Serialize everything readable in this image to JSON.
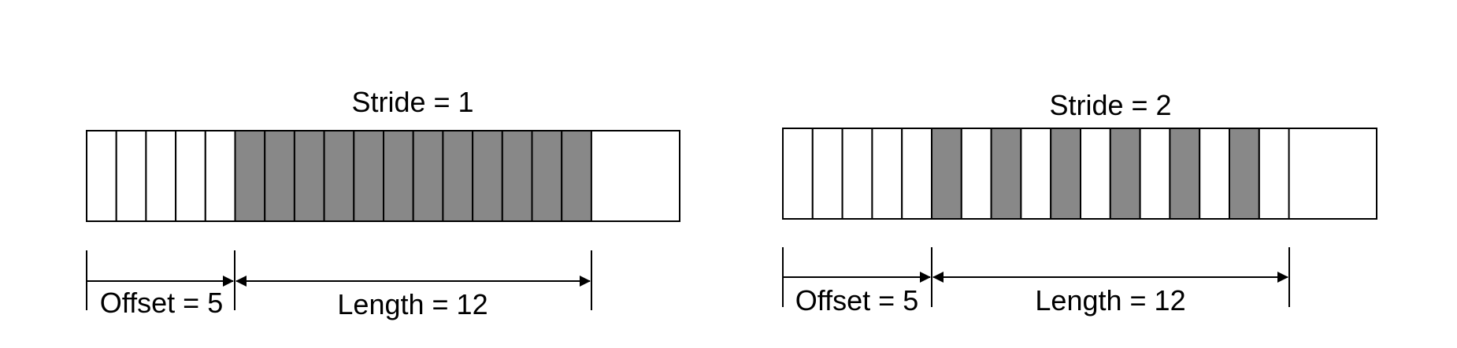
{
  "panels": [
    {
      "title": "Stride = 1",
      "offset_label": "Offset = 5",
      "length_label": "Length = 12",
      "cells_before": 17,
      "shaded_cells": [
        5,
        6,
        7,
        8,
        9,
        10,
        11,
        12,
        13,
        14,
        15,
        16
      ]
    },
    {
      "title": "Stride = 2",
      "offset_label": "Offset = 5",
      "length_label": "Length = 12",
      "cells_before": 17,
      "shaded_cells": [
        5,
        7,
        9,
        11,
        13,
        15
      ]
    }
  ],
  "colors": {
    "shade": "#888888",
    "empty": "#ffffff",
    "line": "#000000"
  }
}
